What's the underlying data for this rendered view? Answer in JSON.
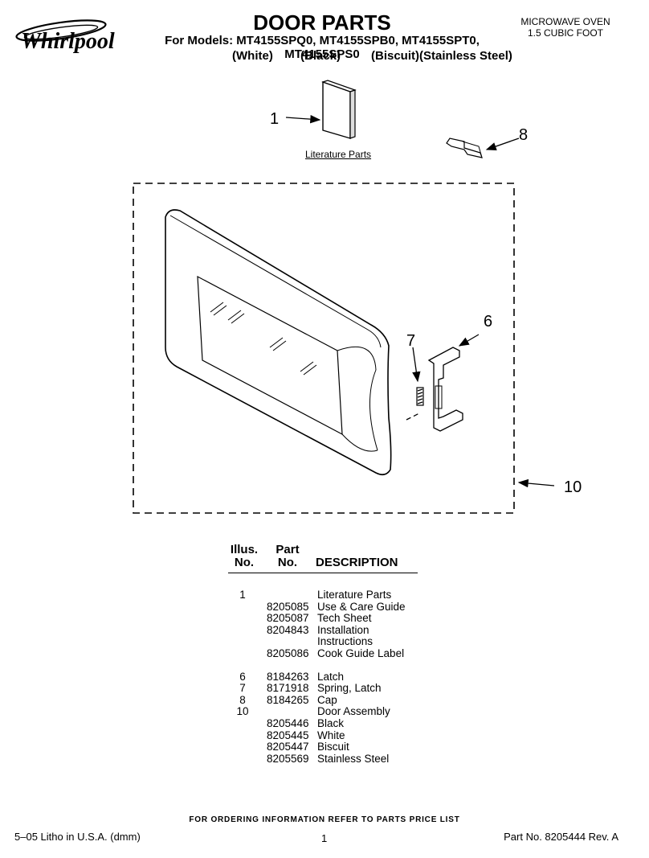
{
  "header": {
    "brand": "Whirlpool",
    "title": "DOOR PARTS",
    "models": "For Models: MT4155SPQ0, MT4155SPB0, MT4155SPT0, MT4155SPS0",
    "finishes": [
      "(White)",
      "(Black)",
      "(Biscuit)",
      "(Stainless Steel)"
    ],
    "product_line1": "MICROWAVE OVEN",
    "product_line2": "1.5 CUBIC FOOT"
  },
  "diagram": {
    "callouts": [
      "1",
      "8",
      "6",
      "7",
      "10"
    ],
    "literature_label": "Literature Parts"
  },
  "parts_table": {
    "header": {
      "illus_line1": "Illus.",
      "illus_line2": "No.",
      "part_line1": "Part",
      "part_line2": "No.",
      "description": "DESCRIPTION"
    },
    "rows": [
      {
        "illus": "1",
        "part": "",
        "desc": "Literature Parts"
      },
      {
        "illus": "",
        "part": "8205085",
        "desc": "Use & Care Guide"
      },
      {
        "illus": "",
        "part": "8205087",
        "desc": "Tech Sheet"
      },
      {
        "illus": "",
        "part": "8204843",
        "desc": "Installation"
      },
      {
        "illus": "",
        "part": "",
        "desc": "Instructions"
      },
      {
        "illus": "",
        "part": "8205086",
        "desc": "Cook Guide Label"
      },
      {
        "illus": "6",
        "part": "8184263",
        "desc": "Latch"
      },
      {
        "illus": "7",
        "part": "8171918",
        "desc": "Spring, Latch"
      },
      {
        "illus": "8",
        "part": "8184265",
        "desc": "Cap"
      },
      {
        "illus": "10",
        "part": "",
        "desc": "Door Assembly"
      },
      {
        "illus": "",
        "part": "8205446",
        "desc": "Black"
      },
      {
        "illus": "",
        "part": "8205445",
        "desc": "White"
      },
      {
        "illus": "",
        "part": "8205447",
        "desc": "Biscuit"
      },
      {
        "illus": "",
        "part": "8205569",
        "desc": "Stainless Steel"
      }
    ]
  },
  "footer": {
    "ordering": "FOR ORDERING INFORMATION REFER TO PARTS PRICE LIST",
    "left": "5–05 Litho in U.S.A. (dmm)",
    "page": "1",
    "right": "Part No. 8205444 Rev. A"
  }
}
